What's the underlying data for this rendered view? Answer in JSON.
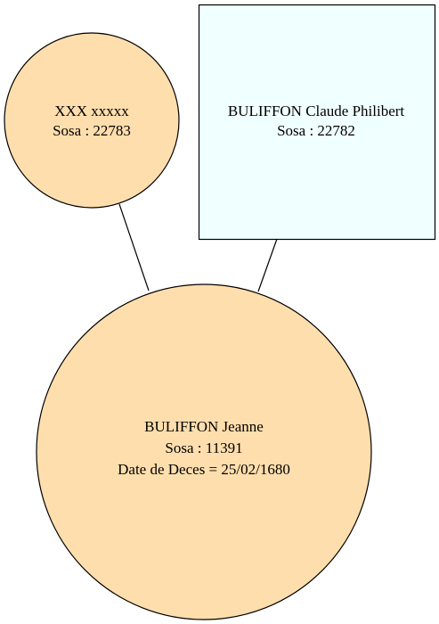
{
  "colors": {
    "female_fill": "#ffdead",
    "male_fill": "#f0ffff",
    "stroke": "#000000",
    "background": "#ffffff"
  },
  "nodes": {
    "mother": {
      "shape": "circle",
      "name": "XXX xxxxx",
      "sosa": "Sosa : 22783"
    },
    "father": {
      "shape": "box",
      "name": "BULIFFON Claude Philibert",
      "sosa": "Sosa : 22782"
    },
    "child": {
      "shape": "circle",
      "name": "BULIFFON Jeanne",
      "sosa": "Sosa : 11391",
      "death": "Date de Deces = 25/02/1680"
    }
  }
}
